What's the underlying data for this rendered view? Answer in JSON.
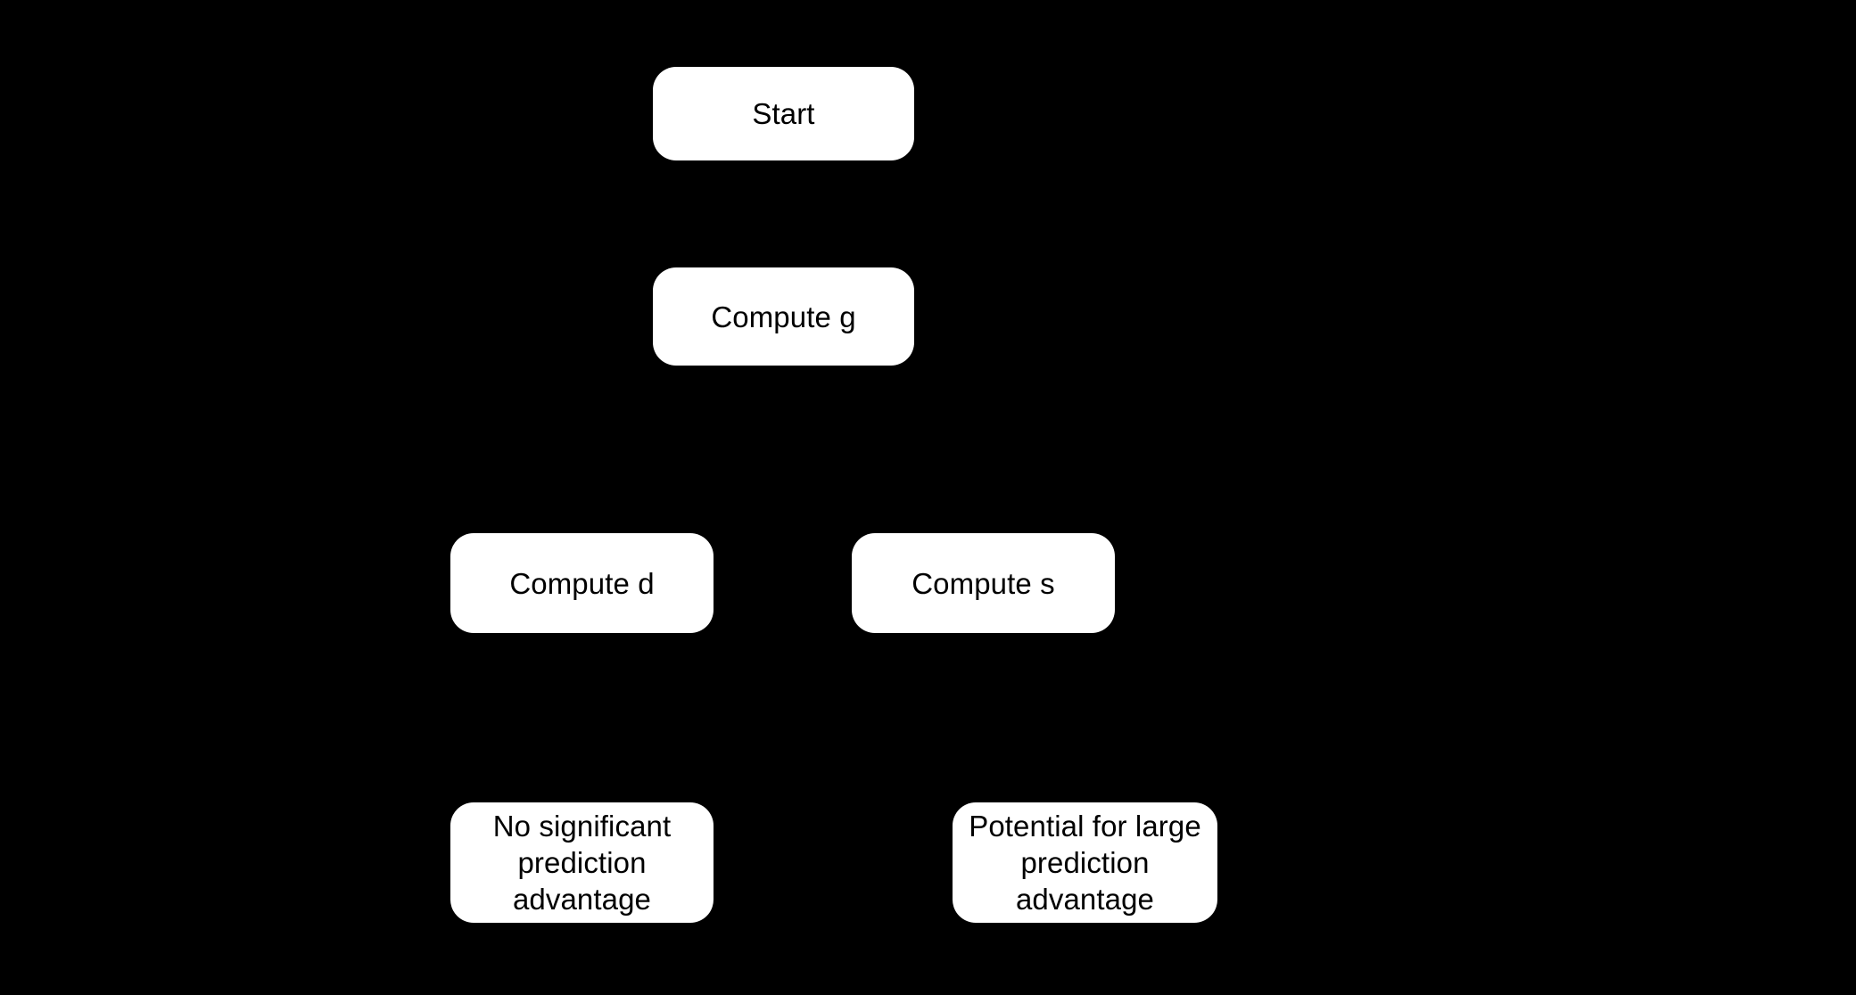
{
  "figure": {
    "background_color": "#000000",
    "node_fill_color": "#ffffff",
    "node_text_color": "#000000",
    "edge_color": "#000000"
  },
  "nodes": {
    "start": {
      "label": "Start"
    },
    "compute_g": {
      "label": "Compute g"
    },
    "compute_d": {
      "label": "Compute d"
    },
    "compute_s": {
      "label": "Compute s"
    },
    "no_advantage": {
      "label": "No significant\nprediction\nadvantage"
    },
    "large_advantage": {
      "label": "Potential for large\nprediction\nadvantage"
    }
  },
  "edges": [
    {
      "from": "start",
      "to": "compute_g",
      "label": ""
    },
    {
      "from": "compute_g",
      "to": "compute_d",
      "label": ""
    },
    {
      "from": "compute_g",
      "to": "compute_s",
      "label": ""
    },
    {
      "from": "compute_d",
      "to": "no_advantage",
      "label": ""
    },
    {
      "from": "compute_s",
      "to": "large_advantage",
      "label": ""
    }
  ]
}
